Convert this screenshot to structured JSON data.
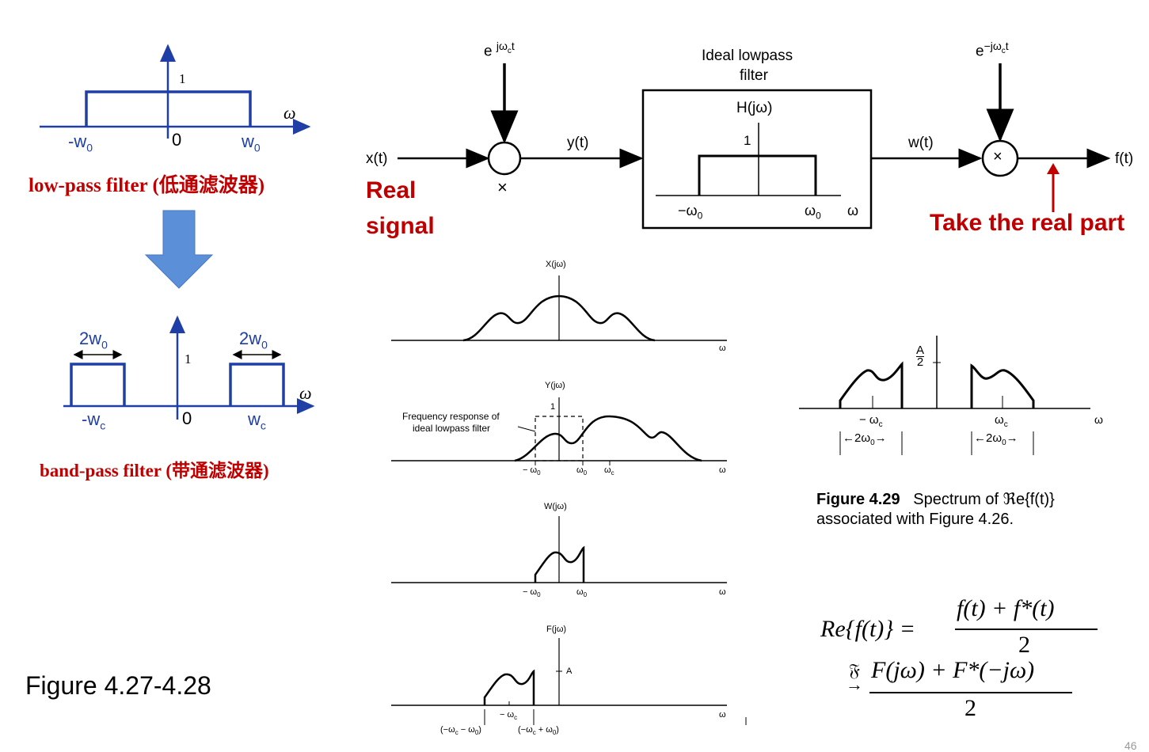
{
  "lowpass": {
    "one": "1",
    "omega": "ω",
    "neg_w0": "-w",
    "neg_w0_sub": "0",
    "zero": "0",
    "w0": "w",
    "w0_sub": "0",
    "caption": "low-pass filter (低通滤波器)"
  },
  "bandpass": {
    "width_left": "2w",
    "width_left_sub": "0",
    "width_right": "2w",
    "width_right_sub": "0",
    "one": "1",
    "omega": "ω",
    "neg_wc": "-w",
    "neg_wc_sub": "c",
    "zero": "0",
    "wc": "w",
    "wc_sub": "c",
    "caption": "band-pass filter (带通滤波器)"
  },
  "block": {
    "mixer1_label": "e",
    "mixer1_exp": "jω",
    "mixer1_exp_sub": "c",
    "mixer1_exp_t": "t",
    "mixer2_label": "e",
    "mixer2_exp": "−jω",
    "mixer2_exp_sub": "c",
    "mixer2_exp_t": "t",
    "input": "x(t)",
    "y": "y(t)",
    "w": "w(t)",
    "output": "f(t)",
    "filter_title_1": "Ideal lowpass",
    "filter_title_2": "filter",
    "filter_h": "H(jω)",
    "filter_one": "1",
    "filter_neg": "−ω",
    "filter_neg_sub": "0",
    "filter_pos": "ω",
    "filter_pos_sub": "0",
    "filter_omega": "ω",
    "real_signal_1": "Real",
    "real_signal_2": "signal",
    "take_real": "Take the real part",
    "times": "×"
  },
  "spectra": {
    "X": {
      "title": "X(jω)",
      "omega": "ω"
    },
    "Y": {
      "title": "Y(jω)",
      "one": "1",
      "note_1": "Frequency response of",
      "note_2": "ideal lowpass filter",
      "t_neg": "− ω",
      "t_neg_sub": "0",
      "t_pos": "ω",
      "t_pos_sub": "0",
      "t_c": "ω",
      "t_c_sub": "c",
      "omega": "ω"
    },
    "W": {
      "title": "W(jω)",
      "t_neg": "− ω",
      "t_neg_sub": "0",
      "t_pos": "ω",
      "t_pos_sub": "0",
      "omega": "ω"
    },
    "F": {
      "title": "F(jω)",
      "A": "A",
      "t_c": "− ω",
      "t_c_sub": "c",
      "left": "(−ω",
      "left_sub": "c",
      "left_rest": " − ω",
      "left_sub2": "0",
      "left_close": ")",
      "right": "(−ω",
      "right_sub": "c",
      "right_rest": " + ω",
      "right_sub2": "0",
      "right_close": ")",
      "omega": "ω"
    }
  },
  "fig429": {
    "A": "A",
    "two": "2",
    "neg_wc": "− ω",
    "neg_wc_sub": "c",
    "wc": "ω",
    "wc_sub": "c",
    "omega": "ω",
    "w_left": "2ω",
    "w_left_sub": "0",
    "w_right": "2ω",
    "w_right_sub": "0",
    "caption_bold": "Figure 4.29",
    "caption_rest": "Spectrum of ℜe{f(t)}",
    "caption_2": "associated with Figure 4.26."
  },
  "equation": {
    "lhs": "Re{f(t)} =",
    "num1": "f(t) + f*(t)",
    "den1": "2",
    "arrow": "𝔉",
    "num2": "F(jω) + F*(−jω)",
    "den2": "2"
  },
  "figure_label": "Figure 4.27-4.28",
  "page_number": "46",
  "colors": {
    "red": "#c00000",
    "blue": "#1f3ea6",
    "arrow": "#5b8fd8"
  }
}
